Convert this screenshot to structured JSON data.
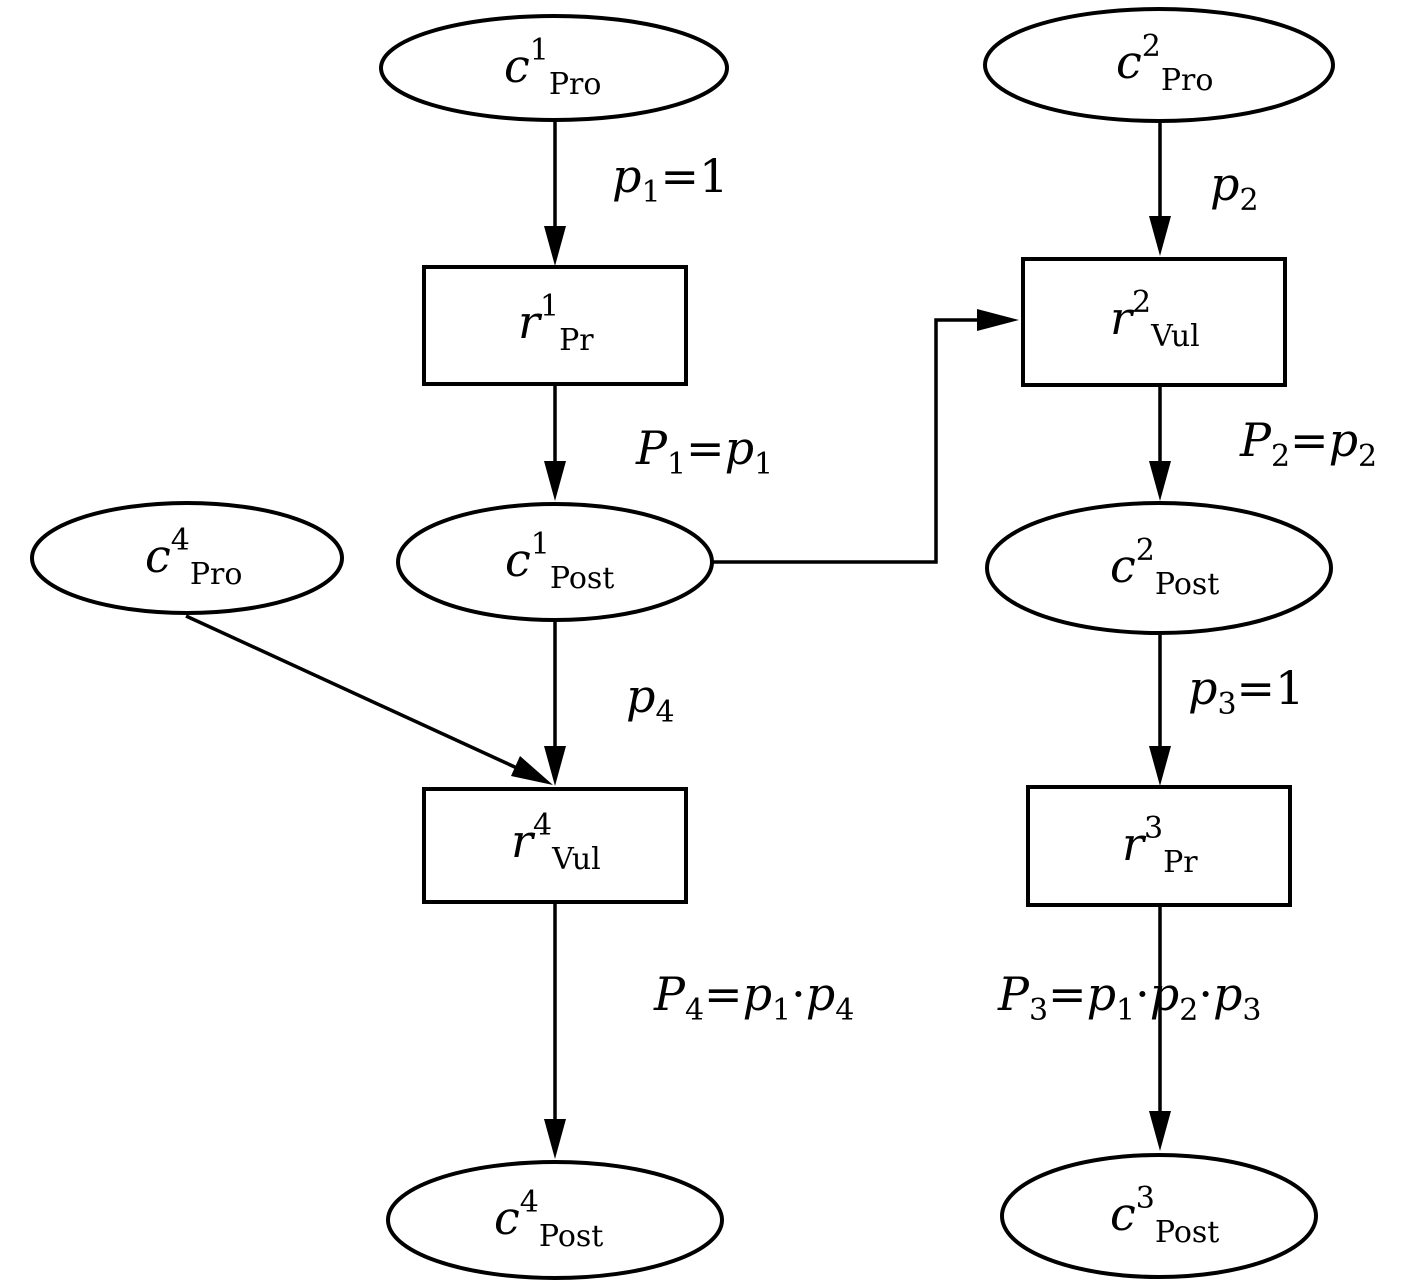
{
  "nodes": {
    "c1_pro": {
      "symbol": "c",
      "sup": "1",
      "sub": "Pro"
    },
    "c2_pro": {
      "symbol": "c",
      "sup": "2",
      "sub": "Pro"
    },
    "r1_pr": {
      "symbol": "r",
      "sup": "1",
      "sub": "Pr"
    },
    "r2_vul": {
      "symbol": "r",
      "sup": "2",
      "sub": "Vul"
    },
    "c4_pro": {
      "symbol": "c",
      "sup": "4",
      "sub": "Pro"
    },
    "c1_post": {
      "symbol": "c",
      "sup": "1",
      "sub": "Post"
    },
    "c2_post": {
      "symbol": "c",
      "sup": "2",
      "sub": "Post"
    },
    "r4_vul": {
      "symbol": "r",
      "sup": "4",
      "sub": "Vul"
    },
    "r3_pr": {
      "symbol": "r",
      "sup": "3",
      "sub": "Pr"
    },
    "c4_post": {
      "symbol": "c",
      "sup": "4",
      "sub": "Post"
    },
    "c3_post": {
      "symbol": "c",
      "sup": "3",
      "sub": "Post"
    }
  },
  "edge_labels": {
    "p1_eq": {
      "v": "p",
      "i": "1",
      "rest": "=1"
    },
    "p2": {
      "v": "p",
      "i": "2"
    },
    "P1_eq": {
      "a": "P",
      "ai": "1",
      "eq": "=",
      "b": "p",
      "bi": "1"
    },
    "P2_eq": {
      "a": "P",
      "ai": "2",
      "eq": "=",
      "b": "p",
      "bi": "2"
    },
    "p4": {
      "v": "p",
      "i": "4"
    },
    "p3_eq": {
      "v": "p",
      "i": "3",
      "rest": "=1"
    },
    "P4_eq": {
      "a": "P",
      "ai": "4",
      "eq": "=",
      "b": "p",
      "bi": "1",
      "dot": "·",
      "c": "p",
      "ci": "4"
    },
    "P3_eq": {
      "a": "P",
      "ai": "3",
      "eq": "=",
      "b": "p",
      "bi": "1",
      "dot": "·",
      "c": "p",
      "ci": "2",
      "dot2": "·",
      "d": "p",
      "di": "3"
    }
  }
}
